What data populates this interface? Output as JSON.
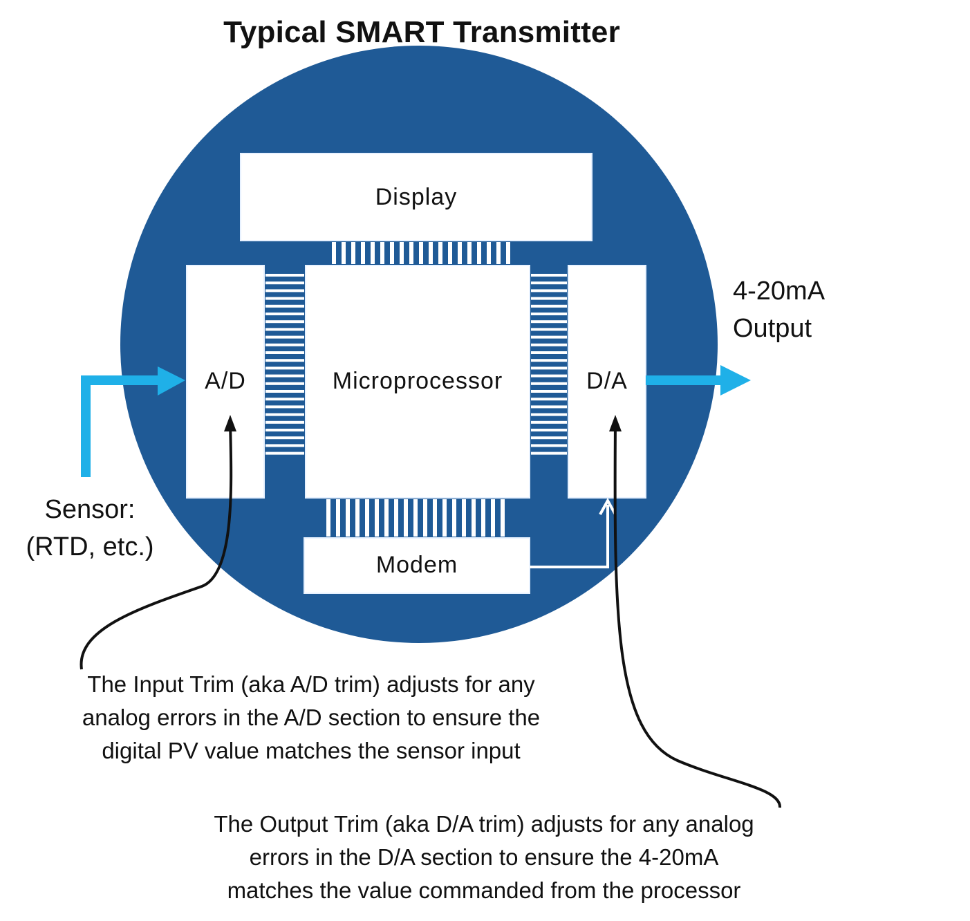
{
  "title": "Typical SMART Transmitter",
  "blocks": {
    "display": "Display",
    "ad": "A/D",
    "microprocessor": "Microprocessor",
    "da": "D/A",
    "modem": "Modem"
  },
  "output_label": {
    "line1": "4-20mA",
    "line2": "Output"
  },
  "sensor_label": {
    "line1": "Sensor:",
    "line2": "(RTD, etc.)"
  },
  "input_trim_note": {
    "line1": "The Input Trim (aka A/D trim) adjusts for any",
    "line2": "analog errors in the A/D section to ensure the",
    "line3": "digital PV value matches the sensor input"
  },
  "output_trim_note": {
    "line1": "The Output Trim (aka D/A trim) adjusts for any analog",
    "line2": "errors in the D/A section to ensure the 4-20mA",
    "line3": "matches the value commanded from the processor"
  },
  "colors": {
    "housing": "#1f5a96",
    "block_fill": "#ffffff",
    "signal_arrow": "#1fb0e8",
    "annotation_line": "#111111"
  }
}
